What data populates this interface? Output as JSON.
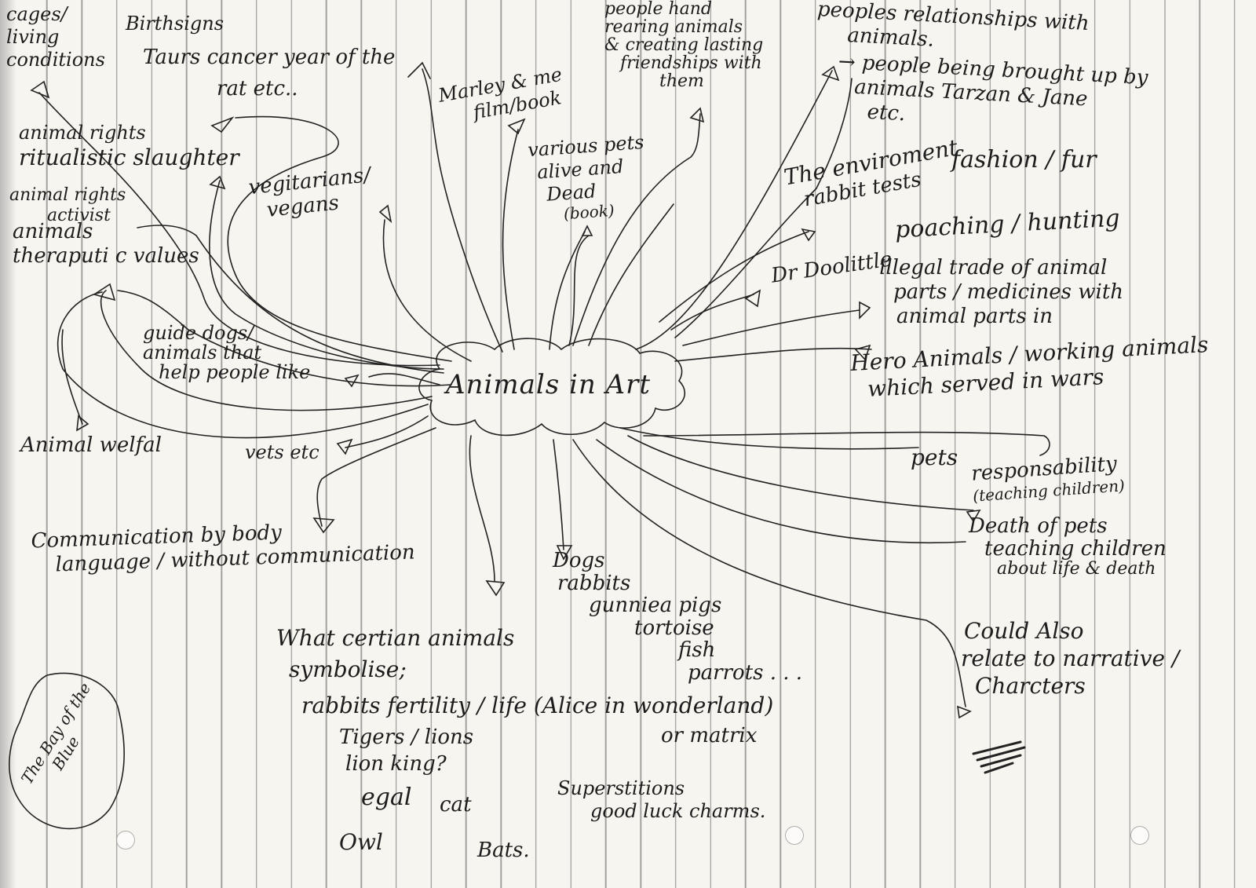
{
  "diagram": {
    "center": "Animals in Art",
    "topics": {
      "cages": [
        "cages/",
        "living",
        "conditions"
      ],
      "birthsigns": [
        "Birthsigns",
        "Taurs cancer year of the",
        "rat etc.."
      ],
      "rights_slaughter": [
        "animal rights",
        "ritualistic slaughter"
      ],
      "activist": [
        "animal rights",
        "activist"
      ],
      "therapeutic": [
        "animals",
        "theraputi c values"
      ],
      "vegetarians": [
        "vegitarians/",
        "vegans"
      ],
      "marley": [
        "Marley & me",
        "film/book"
      ],
      "various_pets": [
        "various pets",
        "alive and",
        "Dead",
        "(book)"
      ],
      "hand_rearing": [
        "people hand",
        "rearing animals",
        "& creating lasting",
        "friendships with",
        "them"
      ],
      "relationships": [
        "peoples relationships with",
        "animals."
      ],
      "raised_by_animals": [
        "→ people being brought up by",
        "animals  Tarzan & Jane",
        "etc."
      ],
      "environment": [
        "The enviroment",
        "rabbit tests"
      ],
      "fashion": [
        "fashion / fur"
      ],
      "dolittle": [
        "Dr Doolittle"
      ],
      "poaching": [
        "poaching / hunting"
      ],
      "illegal_trade": [
        "illegal trade of animal",
        "parts / medicines with",
        "animal parts in"
      ],
      "hero_animals": [
        "Hero Animals / working animals",
        "which served in wars"
      ],
      "guide_dogs": [
        "guide dogs/",
        "animals that",
        "help people like"
      ],
      "welfare": [
        "Animal welfal"
      ],
      "vets": [
        "vets etc"
      ],
      "communication": [
        "Communication by body",
        "language / without communication"
      ],
      "pets": [
        "pets"
      ],
      "responsibility": [
        "responsability",
        "(teaching children)"
      ],
      "death_of_pets": [
        "Death of pets",
        "teaching children",
        "about life & death"
      ],
      "narrative": [
        "Could Also",
        "relate to narrative /",
        "Charcters"
      ],
      "pet_list": [
        "Dogs",
        "rabbits",
        "gunniea pigs",
        "tortoise",
        "fish",
        "parrots . . ."
      ],
      "symbolism": [
        "What certian animals",
        "symbolise;",
        "rabbits fertility / life (Alice in wonderland)",
        "or matrix",
        "Tigers / lions",
        "lion king?",
        "egal",
        "Owl",
        "cat",
        "Bats."
      ],
      "superstitions": [
        "Superstitions",
        "good luck charms."
      ],
      "bay": [
        "The Bay of the",
        "Blue"
      ]
    }
  }
}
